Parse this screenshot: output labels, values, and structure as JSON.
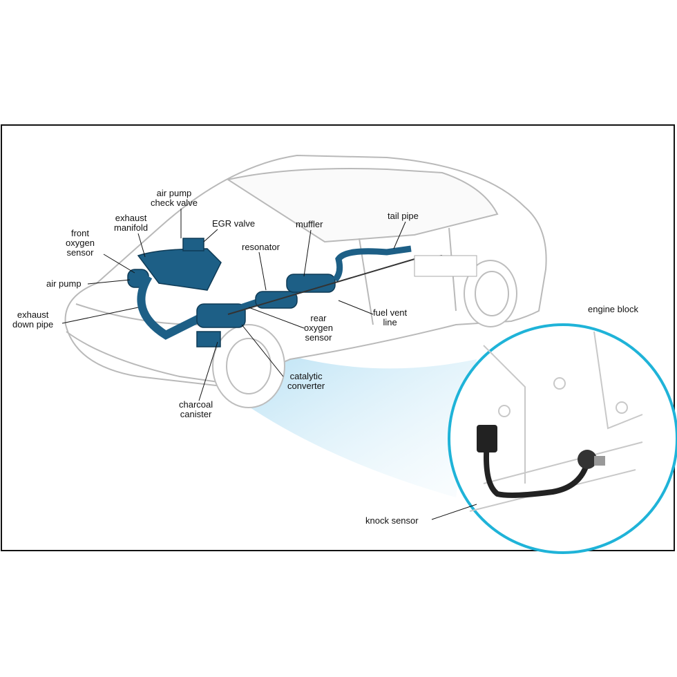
{
  "labels": {
    "air_pump_check_valve": [
      "air pump",
      "check valve"
    ],
    "exhaust_manifold": [
      "exhaust",
      "manifold"
    ],
    "egr_valve": "EGR valve",
    "front_oxygen_sensor": [
      "front",
      "oxygen",
      "sensor"
    ],
    "resonator": "resonator",
    "muffler": "muffler",
    "tail_pipe": "tail pipe",
    "air_pump": "air pump",
    "exhaust_down_pipe": [
      "exhaust",
      "down pipe"
    ],
    "rear_oxygen_sensor": [
      "rear",
      "oxygen",
      "sensor"
    ],
    "fuel_vent_line": [
      "fuel vent",
      "line"
    ],
    "engine_block": "engine block",
    "catalytic_converter": [
      "catalytic",
      "converter"
    ],
    "charcoal_canister": [
      "charcoal",
      "canister"
    ],
    "knock_sensor": "knock sensor"
  },
  "colors": {
    "exhaust_blue": "#1d5f86",
    "inset_ring": "#1fb3d8",
    "car_outline": "#b9b9b9"
  }
}
